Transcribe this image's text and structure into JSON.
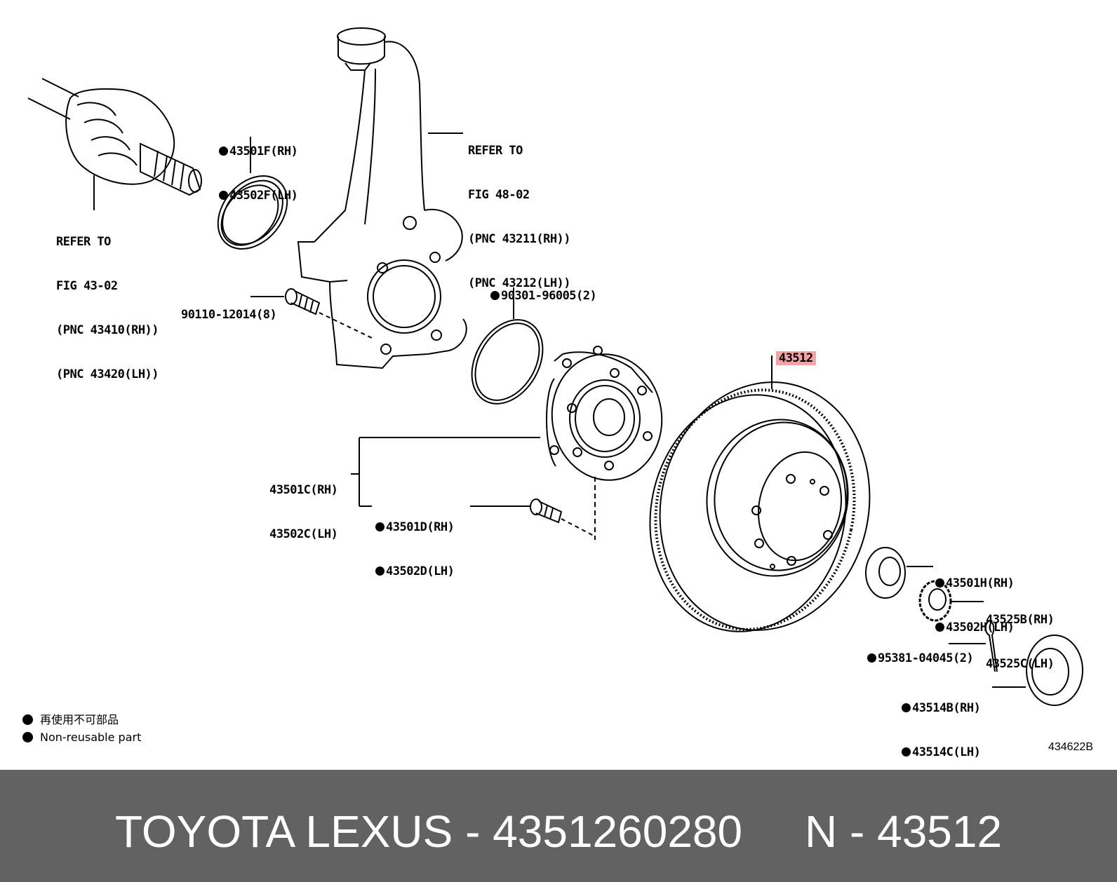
{
  "labels": {
    "driveshaft_ref": [
      "REFER TO",
      "FIG 43-02",
      "(PNC 43410(RH))",
      "(PNC 43420(LH))"
    ],
    "knuckle_ref": [
      "REFER TO",
      "FIG 48-02",
      "(PNC 43211(RH))",
      "(PNC 43212(LH))"
    ],
    "seal": [
      "43501F(RH)",
      "43502F(LH)"
    ],
    "bolt": "90110-12014(8)",
    "oring": "90301-96005(2)",
    "hub": [
      "43501C(RH)",
      "43502C(LH)"
    ],
    "hub_bolt": [
      "43501D(RH)",
      "43502D(LH)"
    ],
    "rotor": "43512",
    "nut": [
      "43501H(RH)",
      "43502H(LH)"
    ],
    "lock_cap": [
      "43525B(RH)",
      "43525C(LH)"
    ],
    "cotter_pin": "95381-04045(2)",
    "grease_cap": [
      "43514B(RH)",
      "43514C(LH)"
    ]
  },
  "legend": {
    "jp": "再使用不可部品",
    "en": "Non-reusable part"
  },
  "figure_code": "434622B",
  "footer": {
    "text": "TOYOTA LEXUS - 4351260280     N - 43512"
  },
  "colors": {
    "highlight": "#f3a3a3",
    "footer_bg": "#626262"
  }
}
